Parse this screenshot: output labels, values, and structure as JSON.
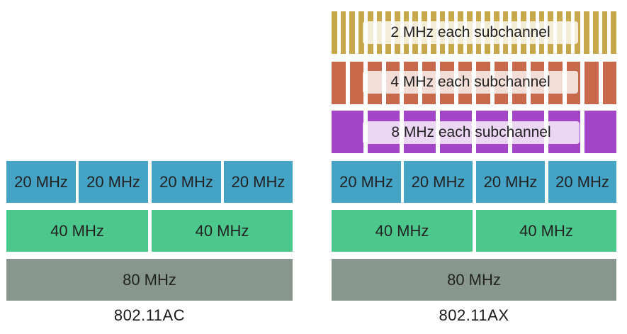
{
  "ac": {
    "caption": "802.11AC",
    "row20": [
      "20 MHz",
      "20 MHz",
      "20 MHz",
      "20 MHz"
    ],
    "row40": [
      "40 MHz",
      "40 MHz"
    ],
    "row80": [
      "80 MHz"
    ]
  },
  "ax": {
    "caption": "802.11AX",
    "row20": [
      "20 MHz",
      "20 MHz",
      "20 MHz",
      "20 MHz"
    ],
    "row40": [
      "40 MHz",
      "40 MHz"
    ],
    "row80": [
      "80 MHz"
    ],
    "sub8": {
      "label": "8 MHz each subchannel",
      "color": "#a246c7"
    },
    "sub4": {
      "label": "4 MHz each subchannel",
      "color": "#c8684a"
    },
    "sub2": {
      "label": "2 MHz each subchannel",
      "color": "#c6a84a"
    }
  },
  "colors": {
    "mhz20": "#45a3c6",
    "mhz40": "#4cc88c",
    "mhz80": "#87978e"
  }
}
